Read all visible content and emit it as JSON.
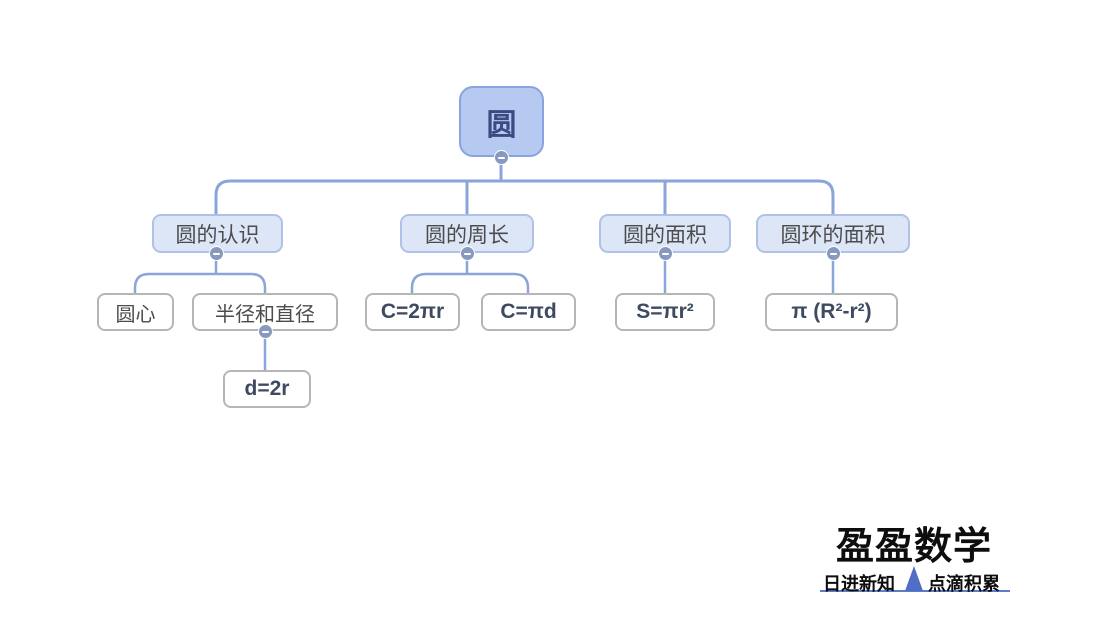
{
  "mindmap": {
    "root": {
      "label": "圆"
    },
    "branches": [
      {
        "label": "圆的认识",
        "children": [
          {
            "label": "圆心"
          },
          {
            "label": "半径和直径",
            "children": [
              {
                "label": "d=2r"
              }
            ]
          }
        ]
      },
      {
        "label": "圆的周长",
        "children": [
          {
            "label": "C=2πr"
          },
          {
            "label": "C=πd"
          }
        ]
      },
      {
        "label": "圆的面积",
        "children": [
          {
            "label": "S=πr²"
          }
        ]
      },
      {
        "label": "圆环的面积",
        "children": [
          {
            "label": "π (R²-r²)"
          }
        ]
      }
    ]
  },
  "watermark": {
    "title": "盈盈数学",
    "slogan_left": "日进新知",
    "slogan_right": "点滴积累"
  },
  "colors": {
    "root_fill": "#b6c9f1",
    "root_border": "#8aa3de",
    "branch_fill": "#dce6f6",
    "branch_border": "#afc2e6",
    "leaf_border": "#b6b6b6",
    "connector": "#8ba4d9",
    "collapse_button": "#8799bf",
    "brand_accent": "#4f6fc7"
  },
  "icons": {
    "collapse": "minus"
  }
}
